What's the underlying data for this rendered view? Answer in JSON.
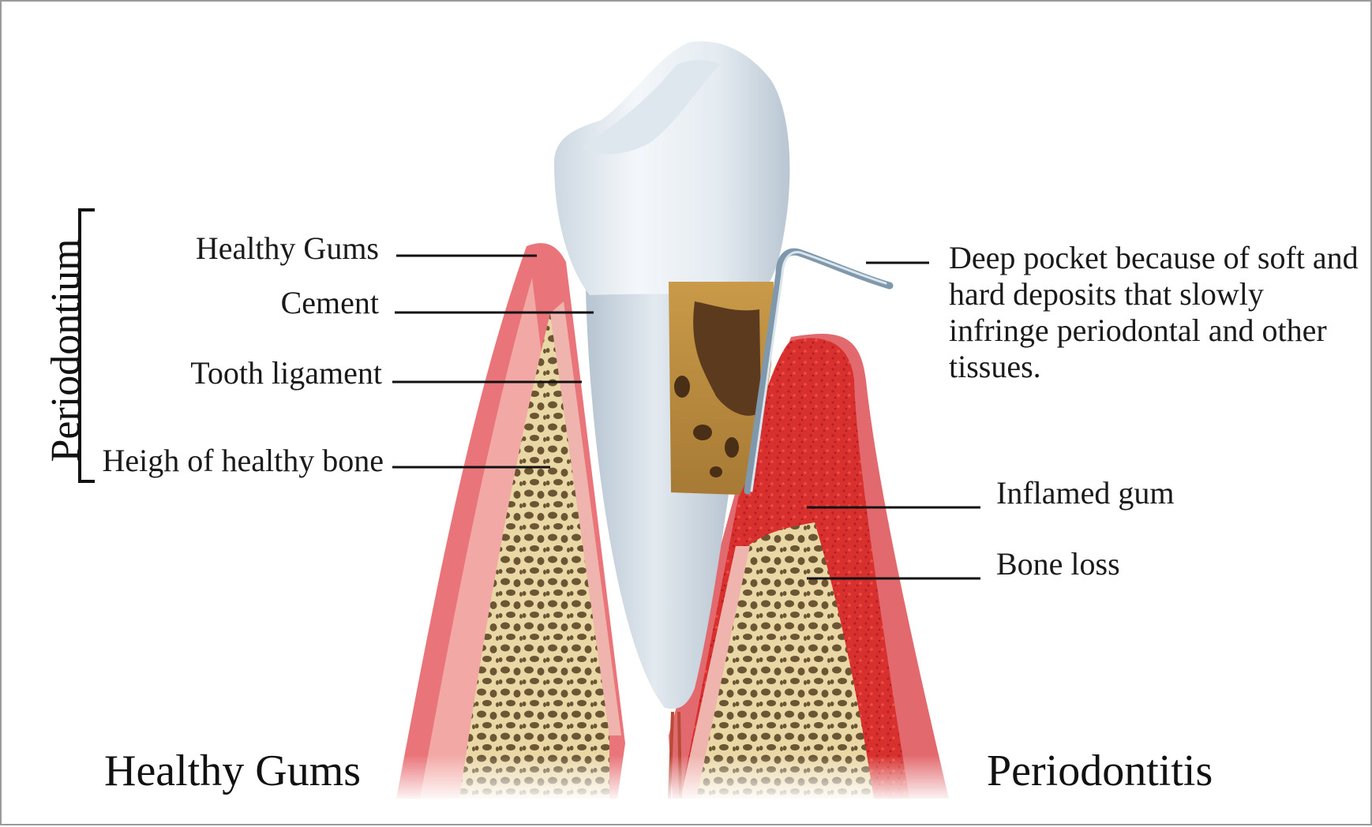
{
  "labels": {
    "periodontium": "Periodontium",
    "healthy_gums": "Healthy Gums",
    "cement": "Cement",
    "tooth_ligament": "Tooth ligament",
    "healthy_bone": "Heigh of healthy bone",
    "deep_pocket": "Deep pocket because of soft and hard deposits that slowly infringe periodontal and other tissues.",
    "inflamed_gum": "Inflamed gum",
    "bone_loss": "Bone loss"
  },
  "captions": {
    "left": "Healthy Gums",
    "right": "Periodontitis"
  },
  "colors": {
    "gum_healthy": "#e9757a",
    "gum_inflamed": "#d9312f",
    "bone": "#ead7a6",
    "bone_pores": "#6b5533",
    "tooth": "#e6edf3",
    "tartar": "#b3843a",
    "probe": "#9ab1c4",
    "leader_line": "#111111"
  }
}
